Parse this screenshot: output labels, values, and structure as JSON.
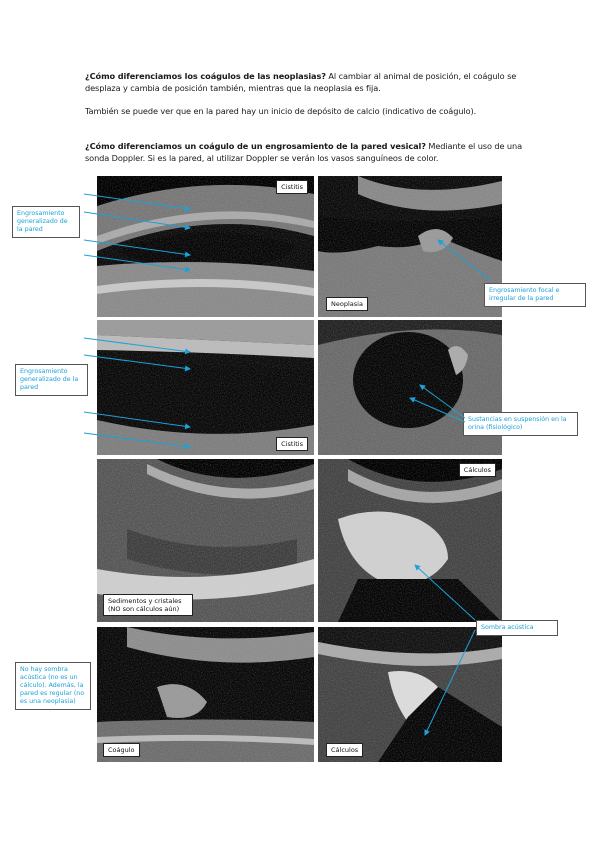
{
  "paragraphs": {
    "p1_bold": "¿Cómo diferenciamos los coágulos de las neoplasias?",
    "p1_rest": " Al cambiar al animal de posición, el coágulo se desplaza y cambia de posición también, mientras que la neoplasia es fija.",
    "p2": "También se puede ver que en la pared hay un inicio de depósito de calcio (indicativo de coágulo).",
    "p3_bold": "¿Cómo diferenciamos un coágulo de un engrosamiento de la pared vesical?",
    "p3_rest": " Mediante el uso de una sonda Doppler. Si es la pared, al utilizar Doppler se verán los vasos sanguíneos de color."
  },
  "image_labels": {
    "cistitis_1": "Cistitis",
    "neoplasia": "Neoplasia",
    "cistitis_2": "Cistitis",
    "calculos_1": "Cálculos",
    "sedimentos": "Sedimentos y cristales (NO son cálculos aún)",
    "coagulo": "Coágulo",
    "calculos_2": "Cálculos"
  },
  "callouts": {
    "engrosamiento_1": "Engrosamiento generalizado de la pared",
    "engrosamiento_focal": "Engrosamiento focal e irregular de la pared",
    "engrosamiento_2": "Engrosamiento generalizado de la pared",
    "sustancias": "Sustancias en suspensión en la orina (fisiológico)",
    "sombra_acustica": "Sombra acústica",
    "no_sombra": "No hay sombra acústica (no es un cálculo). Además, la pared es regular (no es una neoplasia)"
  },
  "colors": {
    "accent": "#1ea0d8",
    "image_bg": "#050505"
  }
}
